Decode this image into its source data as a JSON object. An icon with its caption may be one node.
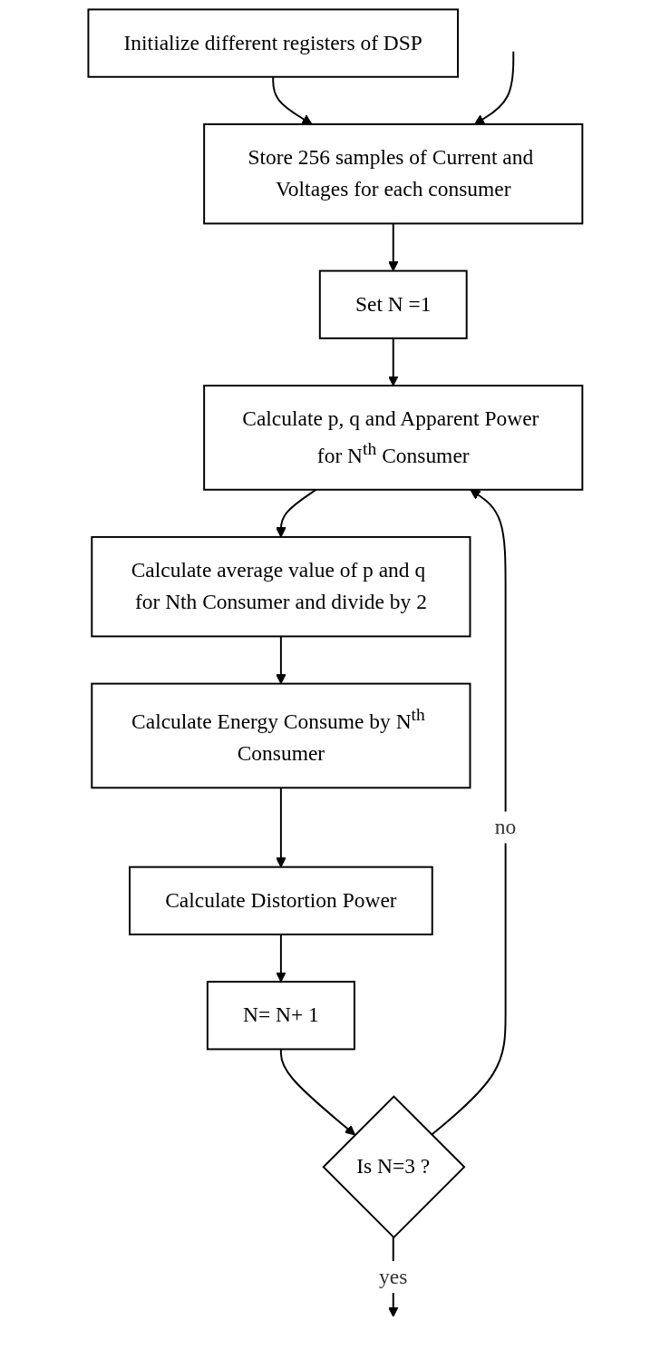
{
  "diagram": {
    "nodes": [
      {
        "text": [
          "Initialize different registers of DSP"
        ]
      },
      {
        "text": [
          "Store 256 samples of Current and Voltages for each consumer"
        ]
      },
      {
        "text": [
          "Set N =1"
        ]
      },
      {
        "text": [
          "Calculate p, q and Apparent Power for N$^{th}$ Consumer"
        ]
      },
      {
        "text": [
          "Calculate average value of p and q for Nth Consumer and divide by 2"
        ]
      },
      {
        "text": [
          "Calculate Energy Consume by N$^{th}$ Consumer"
        ]
      },
      {
        "text": [
          "Calculate Distortion Power"
        ]
      },
      {
        "text": [
          "N= N+ 1"
        ]
      },
      {
        "text": [
          "Is N=3 ?"
        ]
      }
    ],
    "edges": [
      {
        "from": 0,
        "to": 1,
        "arrow": "to"
      },
      {
        "from": null,
        "to": 1,
        "arrow": "to"
      },
      {
        "from": 1,
        "to": 2,
        "arrow": "to"
      },
      {
        "from": 2,
        "to": 3,
        "arrow": "to"
      },
      {
        "from": 3,
        "to": 4,
        "arrow": "to"
      },
      {
        "from": 4,
        "to": 5,
        "arrow": "to"
      },
      {
        "from": 5,
        "to": 6,
        "arrow": "to"
      },
      {
        "from": 6,
        "to": 7,
        "arrow": "to"
      },
      {
        "from": 7,
        "to": 8,
        "arrow": "to"
      },
      {
        "from": 8,
        "to": 3,
        "arrow": "to",
        "label": "no"
      },
      {
        "from": 8,
        "to": null,
        "arrow": "to",
        "label": "yes"
      }
    ]
  }
}
